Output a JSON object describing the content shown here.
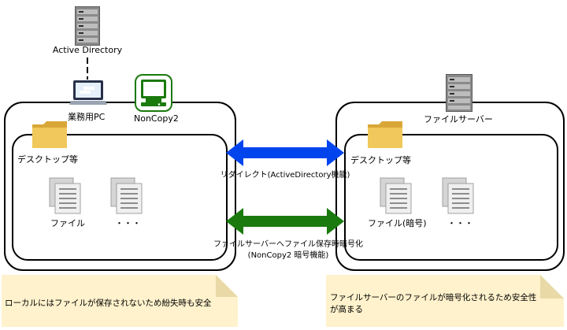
{
  "ad": {
    "label": "Active Directory",
    "icon": "server-icon"
  },
  "pc": {
    "label": "業務用PC",
    "icon": "laptop-icon",
    "noncopy_label": "NonCopy2",
    "noncopy_icon": "noncopy-monitor-icon",
    "folder_label": "デスクトップ等",
    "file1_label": "ファイル",
    "file2_label": "・・・"
  },
  "server": {
    "label": "ファイルサーバー",
    "icon": "server-icon",
    "folder_label": "デスクトップ等",
    "file1_label": "ファイル(暗号)",
    "file2_label": "・・・"
  },
  "arrows": {
    "redirect_label": "リダイレクト(ActiveDirectory機能)",
    "redirect_color": "#0044ee",
    "encrypt_line1": "ファイルサーバーへファイル保存時暗号化",
    "encrypt_line2": "(NonCopy2 暗号機能)",
    "encrypt_color": "#1a7a0d"
  },
  "notes": {
    "left": "ローカルにはファイルが保存されないため紛失時も安全",
    "right_line1": "ファイルサーバーのファイルが暗号化されるため安全性",
    "right_line2": "が高まる",
    "color": "#fff2cc"
  }
}
